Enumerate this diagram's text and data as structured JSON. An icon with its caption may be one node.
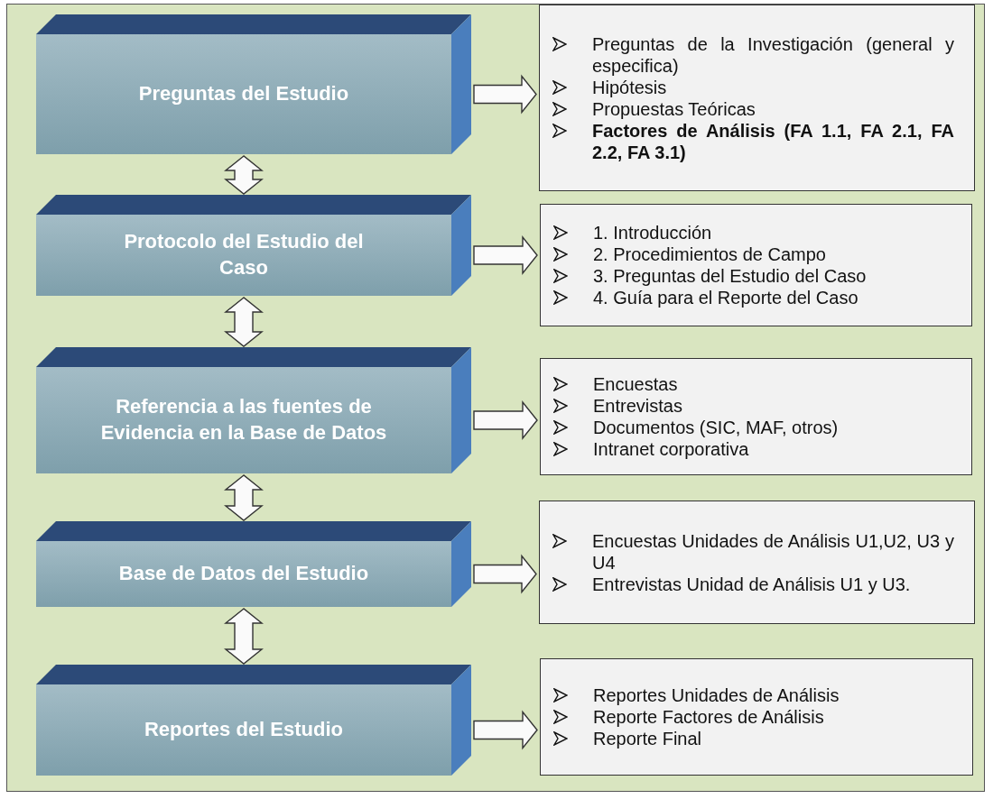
{
  "diagram": {
    "nodes": [
      {
        "text": [
          "Preguntas del Estudio"
        ]
      },
      {
        "text": [
          "Protocolo  del Estudio del Caso"
        ]
      },
      {
        "text": [
          "Referencia a las fuentes de Evidencia en la Base de Datos"
        ]
      },
      {
        "text": [
          "Base de Datos del Estudio"
        ]
      },
      {
        "text": [
          "Reportes  del Estudio"
        ]
      },
      {
        "text": [
          "Preguntas de la Investigación (general y especifica)",
          "Hipótesis",
          "Propuestas Teóricas",
          "**Factores de Análisis (FA 1.1, FA 2.1, FA 2.2, FA 3.1)**"
        ]
      },
      {
        "text": [
          "1. Introducción",
          "2. Procedimientos de Campo",
          "3. Preguntas del Estudio del Caso",
          "4. Guía para el Reporte del Caso"
        ]
      },
      {
        "text": [
          "Encuestas",
          "Entrevistas",
          "Documentos (SIC, MAF, otros)",
          "Intranet corporativa"
        ]
      },
      {
        "text": [
          "Encuestas Unidades de Análisis U1,U2, U3 y U4",
          "Entrevistas Unidad de Análisis U1 y U3."
        ]
      },
      {
        "text": [
          "Reportes Unidades de Análisis",
          "Reporte Factores de Análisis",
          "Reporte Final"
        ]
      }
    ],
    "edges": [
      {
        "from": 0,
        "to": 5,
        "arrow": "to"
      },
      {
        "from": 1,
        "to": 6,
        "arrow": "to"
      },
      {
        "from": 2,
        "to": 7,
        "arrow": "to"
      },
      {
        "from": 3,
        "to": 8,
        "arrow": "to"
      },
      {
        "from": 4,
        "to": 9,
        "arrow": "to"
      },
      {
        "from": 0,
        "to": 1,
        "arrow": "both"
      },
      {
        "from": 1,
        "to": 2,
        "arrow": "both"
      },
      {
        "from": 2,
        "to": 3,
        "arrow": "both"
      },
      {
        "from": 3,
        "to": 4,
        "arrow": "both"
      }
    ]
  }
}
